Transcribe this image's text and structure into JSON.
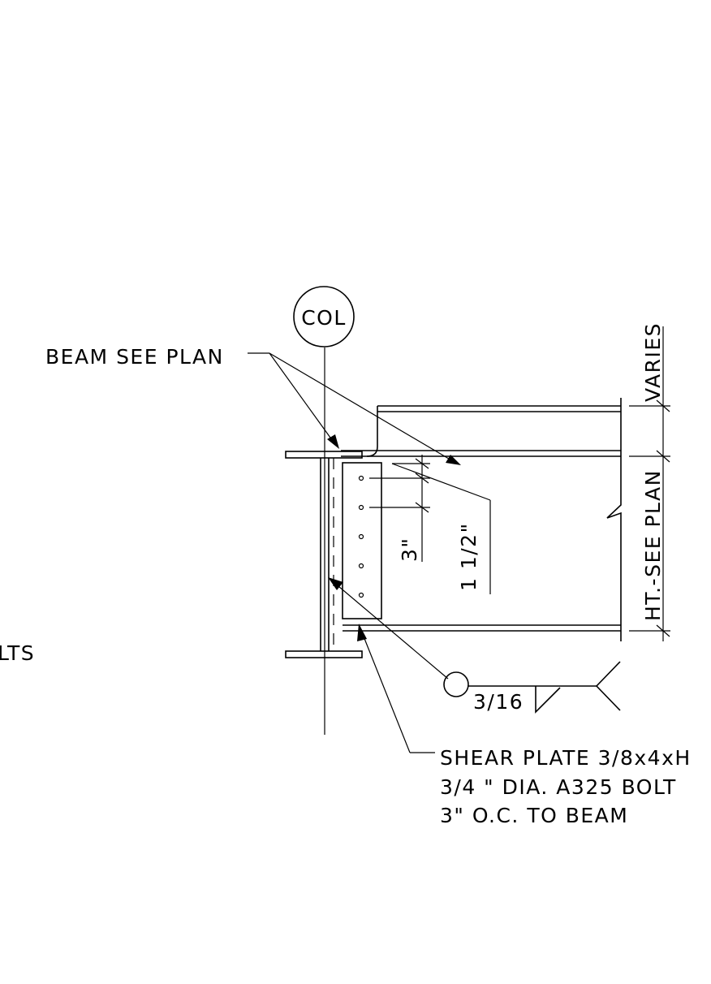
{
  "column_tag": "COL",
  "labels": {
    "beam_see_plan": "BEAM SEE PLAN",
    "bolts_fragment": "LTS",
    "varies": "VARIES",
    "ht_see_plan": "HT.-SEE PLAN",
    "dim_3": "3\"",
    "dim_1_1_2": "1 1/2\"",
    "weld_size": "3/16",
    "note_line1": "SHEAR PLATE 3/8x4xH",
    "note_line2": "3/4 \" DIA. A325 BOLT",
    "note_line3": "3\" O.C. TO BEAM"
  },
  "colors": {
    "line": "#000000",
    "background": "#ffffff"
  }
}
